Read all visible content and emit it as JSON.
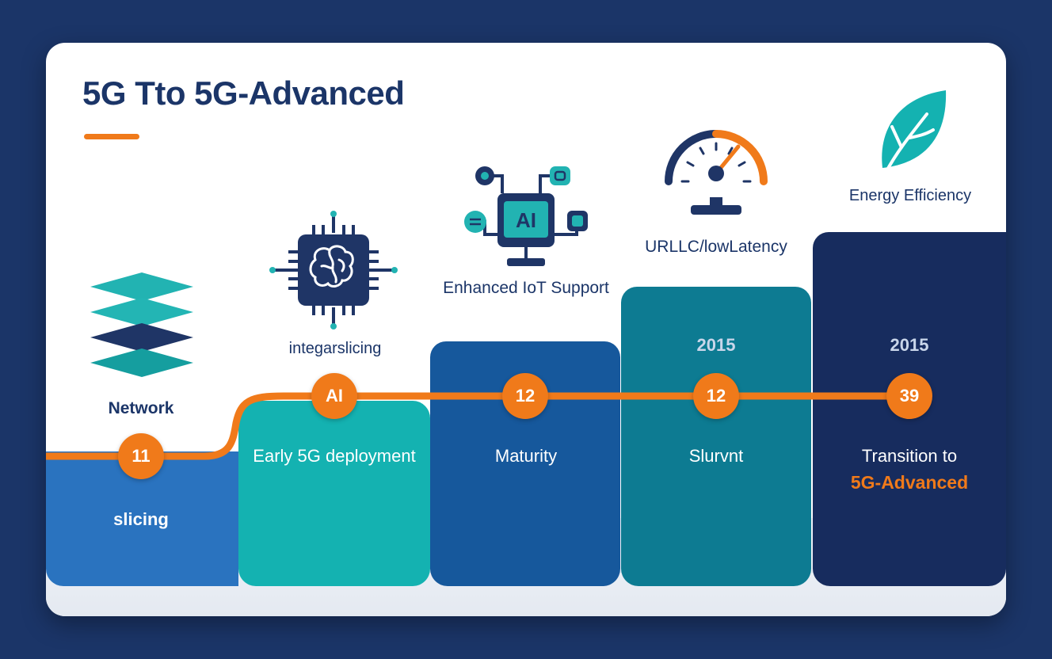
{
  "title": "5G Tto 5G-Advanced",
  "colors": {
    "accent": "#f07a1a",
    "navy": "#1b3568",
    "teal": "#14b2b1",
    "blue": "#2a73bf"
  },
  "stages": [
    {
      "top_label": "Network",
      "node": "11",
      "panel_label": "slicing",
      "icon": "stacked-layers-icon"
    },
    {
      "top_label": "integarslicing",
      "node": "AI",
      "panel_label": "Early 5G deployment",
      "icon": "ai-chip-brain-icon"
    },
    {
      "top_label": "Enhanced IoT Support",
      "node": "12",
      "panel_label": "Maturity",
      "icon": "ai-iot-monitor-icon"
    },
    {
      "top_label": "URLLC/lowLatency",
      "year": "2015",
      "node": "12",
      "panel_label": "Slurvnt",
      "icon": "speedometer-icon"
    },
    {
      "top_label": "Energy Efficiency",
      "year": "2015",
      "node": "39",
      "panel_label": "Transition to",
      "panel_label_highlight": "5G-Advanced",
      "icon": "leaf-icon"
    }
  ]
}
